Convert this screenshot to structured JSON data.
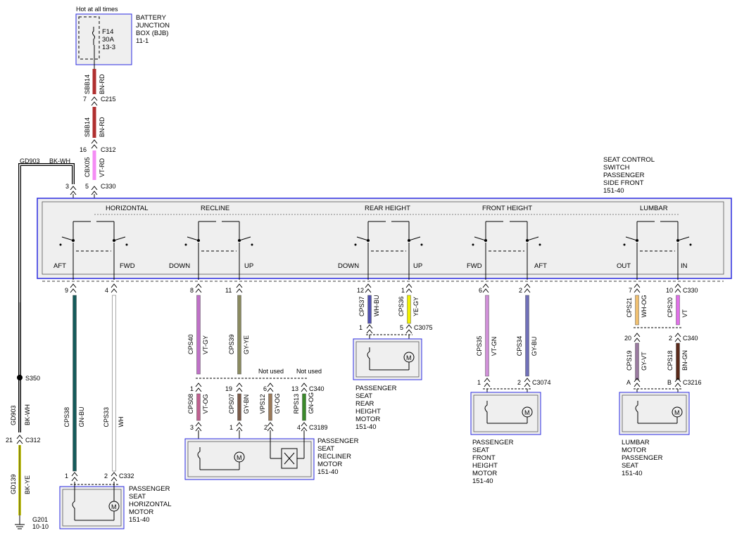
{
  "colors": {
    "frame_blue": "#2a2ae0",
    "box_fill": "#efefef",
    "wire_red": "#b03030",
    "wire_pink": "#f48cf4",
    "wire_black": "#000000",
    "wire_teal": "#145a5a",
    "wire_white": "#ffffff",
    "wire_violet_grey": "#c070c8",
    "wire_grey_yellow": "#8a8a60",
    "wire_violet_orange": "#c06090",
    "wire_grey_brown": "#7a5a48",
    "wire_grey_orange": "#9a7a5a",
    "wire_green_orange": "#3a8a2a",
    "wire_white_blue": "#5050b0",
    "wire_yellow_grey": "#f0f000",
    "wire_violet_green": "#d090d8",
    "wire_grey_blue": "#7070b8",
    "wire_white_orange": "#f0c070",
    "wire_violet": "#e070e8",
    "wire_grey_violet": "#9a7aa0",
    "wire_brown_green": "#5a2a1a",
    "wire_black_yellow": "#d8d820"
  },
  "bjb": {
    "hot_label": "Hot at all times",
    "fuse_id": "F14",
    "fuse_amp": "30A",
    "fuse_ref": "13-3",
    "title_l1": "BATTERY",
    "title_l2": "JUNCTION",
    "title_l3": "BOX (BJB)",
    "title_l4": "11-1"
  },
  "feed": {
    "w1_circuit": "SBB14",
    "w1_color": "BN-RD",
    "c215_pin": "7",
    "c215": "C215",
    "w2_circuit": "SBB14",
    "w2_color": "BN-RD",
    "c312_pin": "16",
    "c312": "C312",
    "w3_circuit": "CBX05",
    "w3_color": "VT-RD",
    "c330_pin": "5",
    "c330": "C330"
  },
  "ground": {
    "gd903": "GD903",
    "gd903_color": "BK-WH",
    "c330_pin": "3",
    "s350": "S350",
    "v_circuit": "GD903",
    "v_color": "BK-WH",
    "c312_pin": "21",
    "c312": "C312",
    "gd139": "GD139",
    "gd139_color": "BK-YE",
    "g201": "G201",
    "g201_ref": "10-10"
  },
  "switch": {
    "title_l1": "SEAT CONTROL",
    "title_l2": "SWITCH",
    "title_l3": "PASSENGER",
    "title_l4": "SIDE FRONT",
    "title_l5": "151-40",
    "horizontal": "HORIZONTAL",
    "recline": "RECLINE",
    "rear_height": "REAR HEIGHT",
    "front_height": "FRONT HEIGHT",
    "lumbar": "LUMBAR",
    "aft": "AFT",
    "fwd": "FWD",
    "down1": "DOWN",
    "up1": "UP",
    "down2": "DOWN",
    "up2": "UP",
    "fwd2": "FWD",
    "aft2": "AFT",
    "out": "OUT",
    "in": "IN"
  },
  "horiz_motor": {
    "p1": "9",
    "w1": "CPS38",
    "c1": "GN-BU",
    "m1": "1",
    "p2": "4",
    "w2": "CPS33",
    "c2": "WH",
    "m2": "2",
    "conn": "C332",
    "l1": "PASSENGER",
    "l2": "SEAT",
    "l3": "HORIZONTAL",
    "l4": "MOTOR",
    "l5": "151-40"
  },
  "recliner_motor": {
    "p1": "8",
    "w1": "CPS40",
    "c1": "VT-GY",
    "p2": "11",
    "w2": "CPS39",
    "c2": "GY-YE",
    "q1": "1",
    "w3": "CPS08",
    "c3": "VT-OG",
    "r1": "3",
    "q2": "19",
    "w4": "CPS07",
    "c4": "GY-BN",
    "r2": "1",
    "q3": "6",
    "w5": "VPS12",
    "c5": "GY-OG",
    "r3": "2",
    "q4": "13",
    "w6": "RPS13",
    "c6": "GN-OG",
    "r4": "4",
    "conn_top": "C340",
    "conn_bot": "C3189",
    "not_used1": "Not used",
    "not_used2": "Not used",
    "l1": "PASSENGER",
    "l2": "SEAT",
    "l3": "RECLINER",
    "l4": "MOTOR",
    "l5": "151-40"
  },
  "rear_height_motor": {
    "p1": "12",
    "w1": "CPS37",
    "c1": "WH-BU",
    "m1": "1",
    "p2": "1",
    "w2": "CPS36",
    "c2": "YE-GY",
    "m2": "5",
    "conn": "C3075",
    "l1": "PASSENGER",
    "l2": "SEAT",
    "l3": "REAR",
    "l4": "HEIGHT",
    "l5": "MOTOR",
    "l6": "151-40"
  },
  "front_height_motor": {
    "p1": "6",
    "w1": "CPS35",
    "c1": "VT-GN",
    "m1": "1",
    "p2": "2",
    "w2": "CPS34",
    "c2": "GY-BU",
    "m2": "2",
    "conn": "C3074",
    "l1": "PASSENGER",
    "l2": "SEAT",
    "l3": "FRONT",
    "l4": "HEIGHT",
    "l5": "MOTOR",
    "l6": "151-40"
  },
  "lumbar_motor": {
    "p1": "7",
    "w1": "CPS21",
    "c1": "WH-OG",
    "p2": "10",
    "w2": "CPS20",
    "c2": "VT",
    "conn_top": "C330",
    "q1": "20",
    "w3": "CPS19",
    "c3": "GY-VT",
    "q2": "2",
    "w4": "CPS18",
    "c4": "BN-GN",
    "conn_mid": "C340",
    "r1": "A",
    "r2": "B",
    "conn_bot": "C3216",
    "l1": "LUMBAR",
    "l2": "MOTOR",
    "l3": "PASSENGER",
    "l4": "SEAT",
    "l5": "151-40"
  }
}
